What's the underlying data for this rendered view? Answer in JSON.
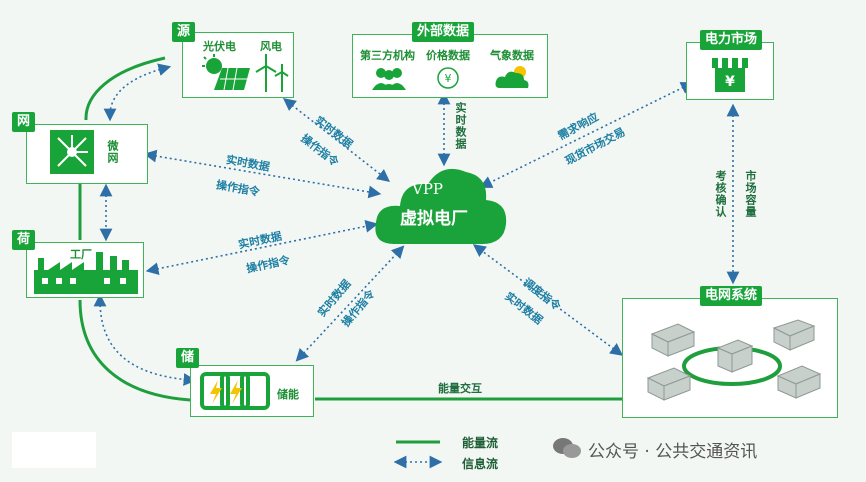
{
  "center": {
    "line1": "VPP",
    "line2": "虚拟电厂"
  },
  "source": {
    "tag": "源",
    "solar": "光伏电",
    "wind": "风电"
  },
  "grid_micro": {
    "tag": "网",
    "label": "微网"
  },
  "load": {
    "tag": "荷",
    "label": "工厂"
  },
  "storage": {
    "tag": "储",
    "label": "储能"
  },
  "external": {
    "tag": "外部数据",
    "items": [
      "第三方机构",
      "价格数据",
      "气象数据"
    ]
  },
  "market": {
    "tag": "电力市场"
  },
  "power_grid": {
    "tag": "电网系统"
  },
  "links": {
    "source_realtime": "实时数据",
    "source_cmd": "操作指令",
    "micro_realtime": "实时数据",
    "micro_cmd": "操作指令",
    "factory_realtime": "实时数据",
    "factory_cmd": "操作指令",
    "storage_realtime": "实时数据",
    "storage_cmd": "操作指令",
    "external_realtime": "实时数据",
    "market_demand": "需求响应",
    "market_spot": "现货市场交易",
    "grid_dispatch": "调度指令",
    "grid_realtime": "实时数据",
    "market_assess": "考核确认",
    "market_capacity": "市场容量",
    "energy_exchange": "能量交互"
  },
  "legend": {
    "energy": "能量流",
    "info": "信息流"
  },
  "watermark": "公众号 · 公共交通资讯",
  "colors": {
    "green": "#19a43a",
    "line": "#1f9e3d",
    "dotted": "#2f7fb0"
  }
}
